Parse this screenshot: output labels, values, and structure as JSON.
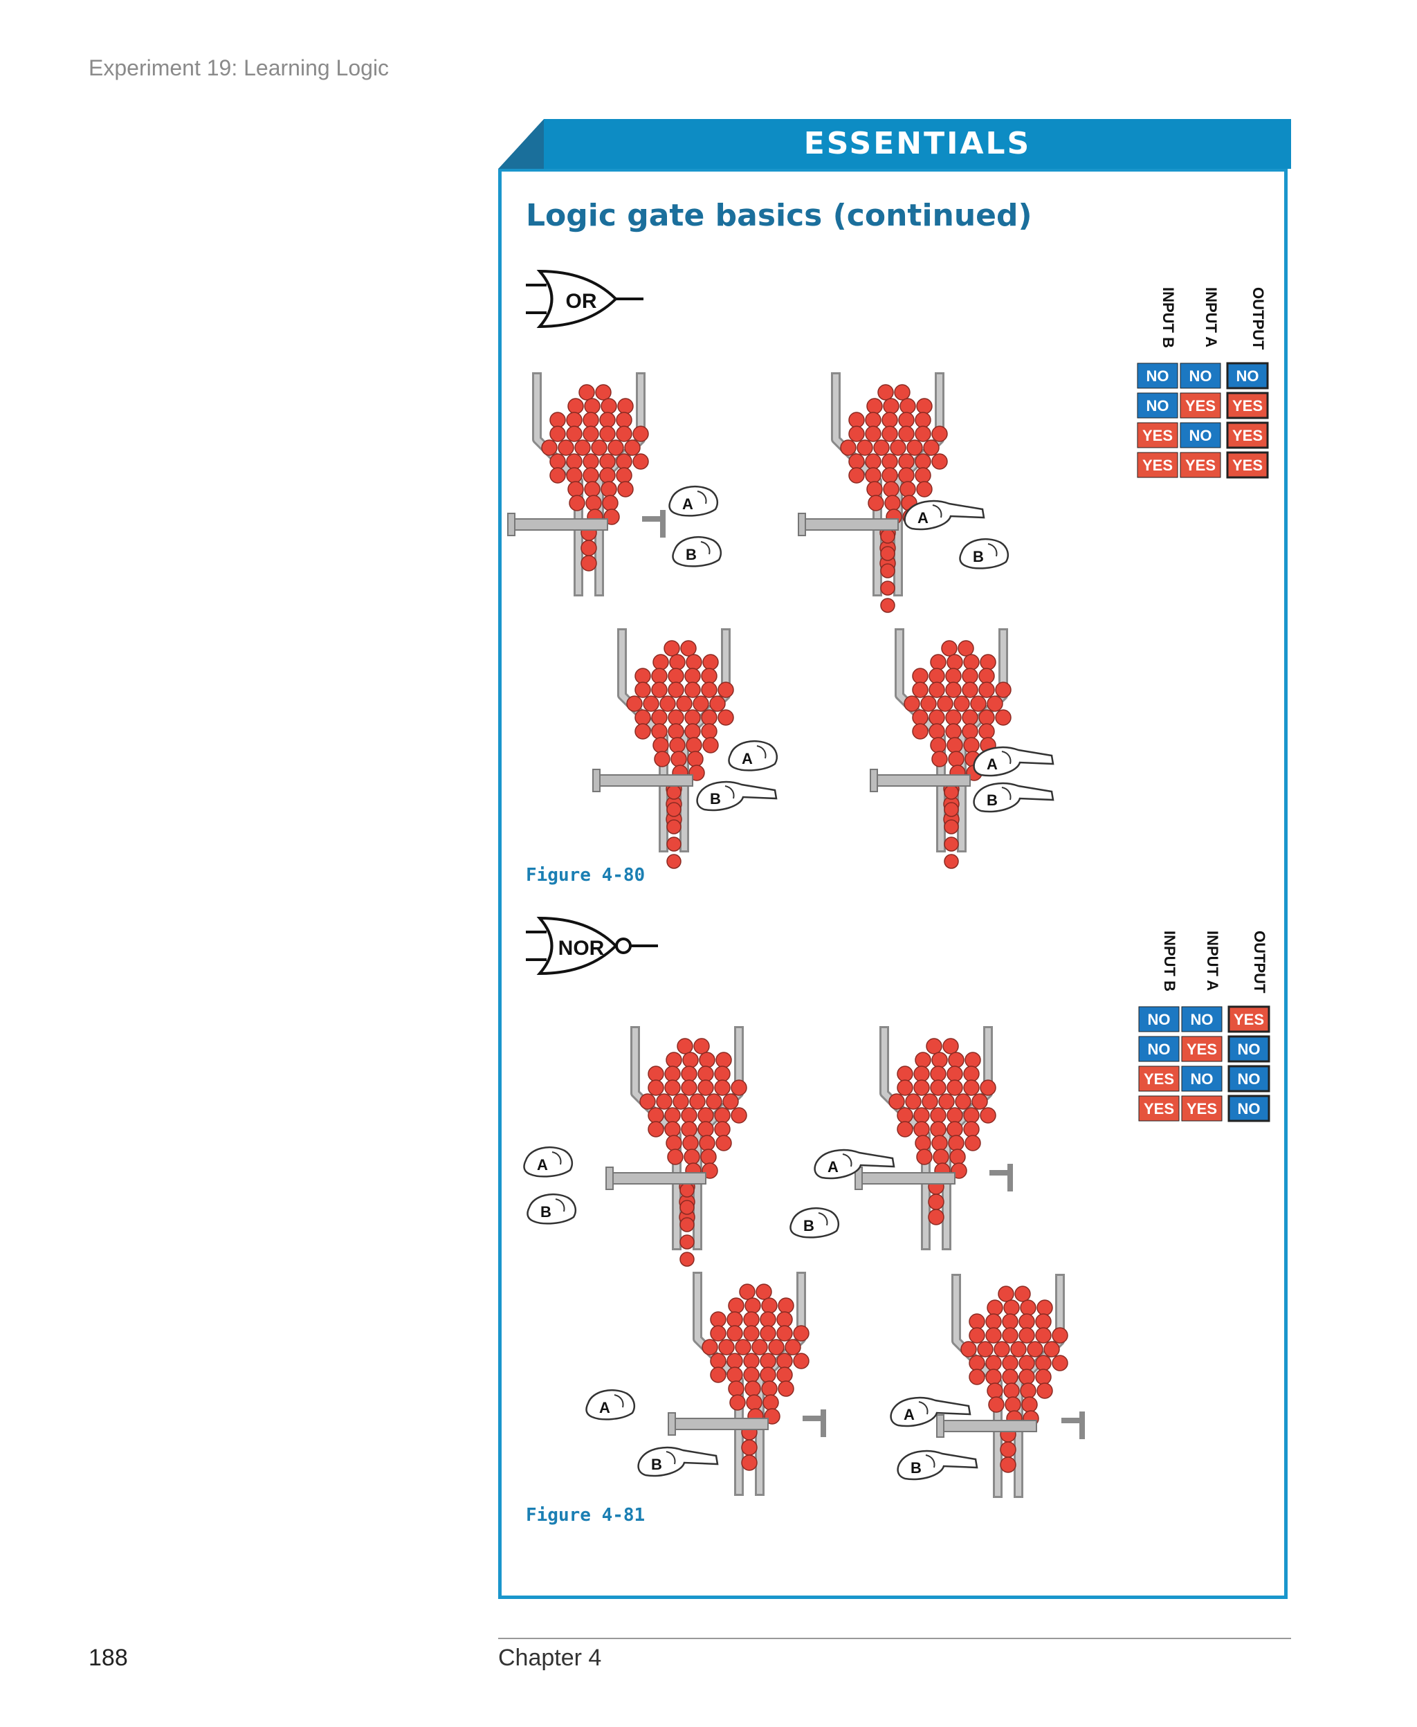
{
  "header": {
    "running_head": "Experiment 19: Learning Logic"
  },
  "sidebar_box": {
    "banner": "ESSENTIALS",
    "title": "Logic gate basics (continued)",
    "or_gate": {
      "symbol_label": "OR",
      "caption": "Figure 4-80",
      "truth_table": {
        "headers": [
          "INPUT B",
          "INPUT A",
          "OUTPUT"
        ],
        "rows": [
          [
            "NO",
            "NO",
            "NO"
          ],
          [
            "NO",
            "YES",
            "YES"
          ],
          [
            "YES",
            "NO",
            "YES"
          ],
          [
            "YES",
            "YES",
            "YES"
          ]
        ]
      },
      "hand_labels": [
        "A",
        "B"
      ]
    },
    "nor_gate": {
      "symbol_label": "NOR",
      "caption": "Figure 4-81",
      "truth_table": {
        "headers": [
          "INPUT B",
          "INPUT A",
          "OUTPUT"
        ],
        "rows": [
          [
            "NO",
            "NO",
            "YES"
          ],
          [
            "NO",
            "YES",
            "NO"
          ],
          [
            "YES",
            "NO",
            "NO"
          ],
          [
            "YES",
            "YES",
            "NO"
          ]
        ]
      },
      "hand_labels": [
        "A",
        "B"
      ]
    }
  },
  "colors": {
    "yes": "#e5533d",
    "no": "#1c78c2",
    "accent": "#0d8cc4",
    "ball": "#e8473b"
  },
  "footer": {
    "page_number": "188",
    "chapter": "Chapter 4"
  }
}
